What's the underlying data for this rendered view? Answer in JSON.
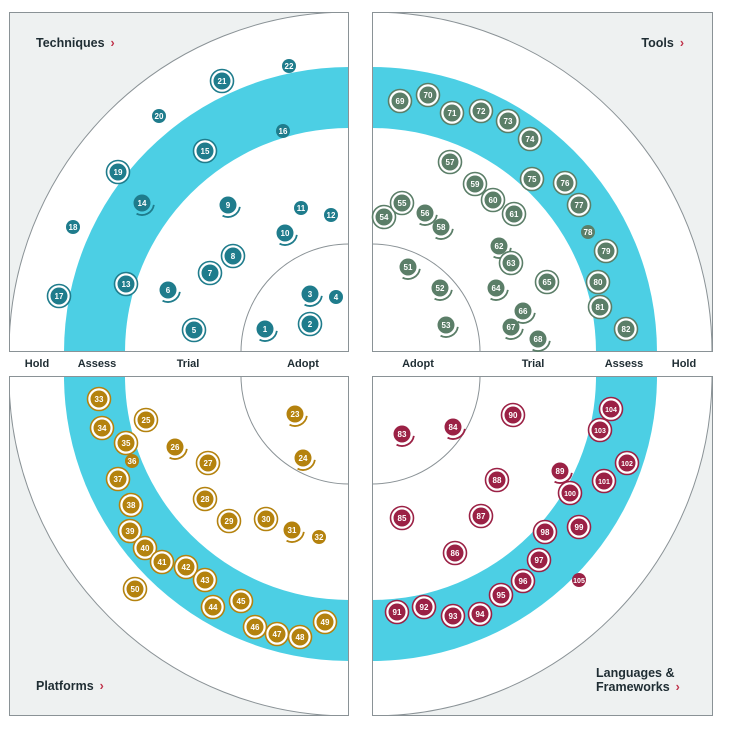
{
  "quadrants": [
    {
      "key": "techniques",
      "label": "Techniques",
      "color": "#1f7c8c"
    },
    {
      "key": "tools",
      "label": "Tools",
      "color": "#5b7e68"
    },
    {
      "key": "platforms",
      "label": "Platforms",
      "color": "#b4820e"
    },
    {
      "key": "languages",
      "label": "Languages &",
      "label2": "Frameworks",
      "color": "#9b2145"
    }
  ],
  "chevron": "›",
  "rings_left": [
    "Hold",
    "Assess",
    "Trial",
    "Adopt"
  ],
  "rings_right": [
    "Adopt",
    "Trial",
    "Assess",
    "Hold"
  ],
  "colors": {
    "assess_band": "#4ccfe4",
    "panel": "#eef1f1",
    "ring_line": "#8a9296"
  },
  "blips": [
    {
      "id": "1",
      "q": "techniques",
      "ring": "adopt",
      "c": "arc"
    },
    {
      "id": "2",
      "q": "techniques",
      "ring": "adopt",
      "c": "ring"
    },
    {
      "id": "3",
      "q": "techniques",
      "ring": "adopt",
      "c": "arc"
    },
    {
      "id": "4",
      "q": "techniques",
      "ring": "adopt",
      "c": "plain"
    },
    {
      "id": "5",
      "q": "techniques",
      "ring": "trial",
      "c": "ring"
    },
    {
      "id": "6",
      "q": "techniques",
      "ring": "trial",
      "c": "arc"
    },
    {
      "id": "7",
      "q": "techniques",
      "ring": "trial",
      "c": "ring"
    },
    {
      "id": "8",
      "q": "techniques",
      "ring": "trial",
      "c": "ring"
    },
    {
      "id": "9",
      "q": "techniques",
      "ring": "trial",
      "c": "arc"
    },
    {
      "id": "10",
      "q": "techniques",
      "ring": "trial",
      "c": "arc"
    },
    {
      "id": "11",
      "q": "techniques",
      "ring": "trial",
      "c": "plain"
    },
    {
      "id": "12",
      "q": "techniques",
      "ring": "trial",
      "c": "plain"
    },
    {
      "id": "13",
      "q": "techniques",
      "ring": "assess",
      "c": "ring"
    },
    {
      "id": "14",
      "q": "techniques",
      "ring": "assess",
      "c": "arc"
    },
    {
      "id": "15",
      "q": "techniques",
      "ring": "assess",
      "c": "ring"
    },
    {
      "id": "16",
      "q": "techniques",
      "ring": "assess",
      "c": "plain"
    },
    {
      "id": "17",
      "q": "techniques",
      "ring": "hold",
      "c": "ring"
    },
    {
      "id": "18",
      "q": "techniques",
      "ring": "hold",
      "c": "plain"
    },
    {
      "id": "19",
      "q": "techniques",
      "ring": "hold",
      "c": "ring"
    },
    {
      "id": "20",
      "q": "techniques",
      "ring": "hold",
      "c": "plain"
    },
    {
      "id": "21",
      "q": "techniques",
      "ring": "hold",
      "c": "ring"
    },
    {
      "id": "22",
      "q": "techniques",
      "ring": "hold",
      "c": "plain"
    },
    {
      "id": "51",
      "q": "tools",
      "ring": "adopt",
      "c": "arc"
    },
    {
      "id": "52",
      "q": "tools",
      "ring": "adopt",
      "c": "arc"
    },
    {
      "id": "53",
      "q": "tools",
      "ring": "adopt",
      "c": "arc"
    },
    {
      "id": "54",
      "q": "tools",
      "ring": "trial",
      "c": "ring"
    },
    {
      "id": "55",
      "q": "tools",
      "ring": "trial",
      "c": "ring"
    },
    {
      "id": "56",
      "q": "tools",
      "ring": "trial",
      "c": "arc"
    },
    {
      "id": "57",
      "q": "tools",
      "ring": "trial",
      "c": "ring"
    },
    {
      "id": "58",
      "q": "tools",
      "ring": "trial",
      "c": "arc"
    },
    {
      "id": "59",
      "q": "tools",
      "ring": "trial",
      "c": "ring"
    },
    {
      "id": "60",
      "q": "tools",
      "ring": "trial",
      "c": "ring"
    },
    {
      "id": "61",
      "q": "tools",
      "ring": "trial",
      "c": "ring"
    },
    {
      "id": "62",
      "q": "tools",
      "ring": "trial",
      "c": "arc"
    },
    {
      "id": "63",
      "q": "tools",
      "ring": "trial",
      "c": "ring"
    },
    {
      "id": "64",
      "q": "tools",
      "ring": "trial",
      "c": "arc"
    },
    {
      "id": "65",
      "q": "tools",
      "ring": "trial",
      "c": "ring"
    },
    {
      "id": "66",
      "q": "tools",
      "ring": "trial",
      "c": "arc"
    },
    {
      "id": "67",
      "q": "tools",
      "ring": "trial",
      "c": "arc"
    },
    {
      "id": "68",
      "q": "tools",
      "ring": "trial",
      "c": "arc"
    },
    {
      "id": "69",
      "q": "tools",
      "ring": "assess",
      "c": "ring"
    },
    {
      "id": "70",
      "q": "tools",
      "ring": "assess",
      "c": "ring"
    },
    {
      "id": "71",
      "q": "tools",
      "ring": "assess",
      "c": "ring"
    },
    {
      "id": "72",
      "q": "tools",
      "ring": "assess",
      "c": "ring"
    },
    {
      "id": "73",
      "q": "tools",
      "ring": "assess",
      "c": "ring"
    },
    {
      "id": "74",
      "q": "tools",
      "ring": "assess",
      "c": "ring"
    },
    {
      "id": "75",
      "q": "tools",
      "ring": "assess",
      "c": "ring"
    },
    {
      "id": "76",
      "q": "tools",
      "ring": "assess",
      "c": "ring"
    },
    {
      "id": "77",
      "q": "tools",
      "ring": "assess",
      "c": "ring"
    },
    {
      "id": "78",
      "q": "tools",
      "ring": "assess",
      "c": "plain"
    },
    {
      "id": "79",
      "q": "tools",
      "ring": "assess",
      "c": "ring"
    },
    {
      "id": "80",
      "q": "tools",
      "ring": "assess",
      "c": "ring"
    },
    {
      "id": "81",
      "q": "tools",
      "ring": "assess",
      "c": "ring"
    },
    {
      "id": "82",
      "q": "tools",
      "ring": "assess",
      "c": "ring"
    },
    {
      "id": "23",
      "q": "platforms",
      "ring": "adopt",
      "c": "arc"
    },
    {
      "id": "24",
      "q": "platforms",
      "ring": "adopt",
      "c": "arc"
    },
    {
      "id": "25",
      "q": "platforms",
      "ring": "trial",
      "c": "ring"
    },
    {
      "id": "26",
      "q": "platforms",
      "ring": "trial",
      "c": "arc"
    },
    {
      "id": "27",
      "q": "platforms",
      "ring": "trial",
      "c": "ring"
    },
    {
      "id": "28",
      "q": "platforms",
      "ring": "trial",
      "c": "ring"
    },
    {
      "id": "29",
      "q": "platforms",
      "ring": "trial",
      "c": "ring"
    },
    {
      "id": "30",
      "q": "platforms",
      "ring": "trial",
      "c": "ring"
    },
    {
      "id": "31",
      "q": "platforms",
      "ring": "trial",
      "c": "arc"
    },
    {
      "id": "32",
      "q": "platforms",
      "ring": "trial",
      "c": "plain"
    },
    {
      "id": "33",
      "q": "platforms",
      "ring": "assess",
      "c": "ring"
    },
    {
      "id": "34",
      "q": "platforms",
      "ring": "assess",
      "c": "ring"
    },
    {
      "id": "35",
      "q": "platforms",
      "ring": "assess",
      "c": "ring"
    },
    {
      "id": "36",
      "q": "platforms",
      "ring": "assess",
      "c": "plain"
    },
    {
      "id": "37",
      "q": "platforms",
      "ring": "assess",
      "c": "ring"
    },
    {
      "id": "38",
      "q": "platforms",
      "ring": "assess",
      "c": "ring"
    },
    {
      "id": "39",
      "q": "platforms",
      "ring": "assess",
      "c": "ring"
    },
    {
      "id": "40",
      "q": "platforms",
      "ring": "assess",
      "c": "ring"
    },
    {
      "id": "41",
      "q": "platforms",
      "ring": "assess",
      "c": "ring"
    },
    {
      "id": "42",
      "q": "platforms",
      "ring": "assess",
      "c": "ring"
    },
    {
      "id": "43",
      "q": "platforms",
      "ring": "assess",
      "c": "ring"
    },
    {
      "id": "44",
      "q": "platforms",
      "ring": "assess",
      "c": "ring"
    },
    {
      "id": "45",
      "q": "platforms",
      "ring": "assess",
      "c": "ring"
    },
    {
      "id": "46",
      "q": "platforms",
      "ring": "assess",
      "c": "ring"
    },
    {
      "id": "47",
      "q": "platforms",
      "ring": "assess",
      "c": "ring"
    },
    {
      "id": "48",
      "q": "platforms",
      "ring": "assess",
      "c": "ring"
    },
    {
      "id": "49",
      "q": "platforms",
      "ring": "assess",
      "c": "ring"
    },
    {
      "id": "50",
      "q": "platforms",
      "ring": "hold",
      "c": "ring"
    },
    {
      "id": "83",
      "q": "languages",
      "ring": "adopt",
      "c": "arc"
    },
    {
      "id": "84",
      "q": "languages",
      "ring": "adopt",
      "c": "arc"
    },
    {
      "id": "85",
      "q": "languages",
      "ring": "trial",
      "c": "ring"
    },
    {
      "id": "86",
      "q": "languages",
      "ring": "trial",
      "c": "ring"
    },
    {
      "id": "87",
      "q": "languages",
      "ring": "trial",
      "c": "ring"
    },
    {
      "id": "88",
      "q": "languages",
      "ring": "trial",
      "c": "ring"
    },
    {
      "id": "89",
      "q": "languages",
      "ring": "trial",
      "c": "arc"
    },
    {
      "id": "90",
      "q": "languages",
      "ring": "trial",
      "c": "ring"
    },
    {
      "id": "91",
      "q": "languages",
      "ring": "assess",
      "c": "ring"
    },
    {
      "id": "92",
      "q": "languages",
      "ring": "assess",
      "c": "ring"
    },
    {
      "id": "93",
      "q": "languages",
      "ring": "assess",
      "c": "ring"
    },
    {
      "id": "94",
      "q": "languages",
      "ring": "assess",
      "c": "ring"
    },
    {
      "id": "95",
      "q": "languages",
      "ring": "assess",
      "c": "ring"
    },
    {
      "id": "96",
      "q": "languages",
      "ring": "assess",
      "c": "ring"
    },
    {
      "id": "97",
      "q": "languages",
      "ring": "assess",
      "c": "ring"
    },
    {
      "id": "98",
      "q": "languages",
      "ring": "assess",
      "c": "ring"
    },
    {
      "id": "99",
      "q": "languages",
      "ring": "assess",
      "c": "ring"
    },
    {
      "id": "100",
      "q": "languages",
      "ring": "assess",
      "c": "ring"
    },
    {
      "id": "101",
      "q": "languages",
      "ring": "assess",
      "c": "ring"
    },
    {
      "id": "102",
      "q": "languages",
      "ring": "assess",
      "c": "ring"
    },
    {
      "id": "103",
      "q": "languages",
      "ring": "assess",
      "c": "ring"
    },
    {
      "id": "104",
      "q": "languages",
      "ring": "assess",
      "c": "ring"
    },
    {
      "id": "105",
      "q": "languages",
      "ring": "hold",
      "c": "plain"
    }
  ]
}
